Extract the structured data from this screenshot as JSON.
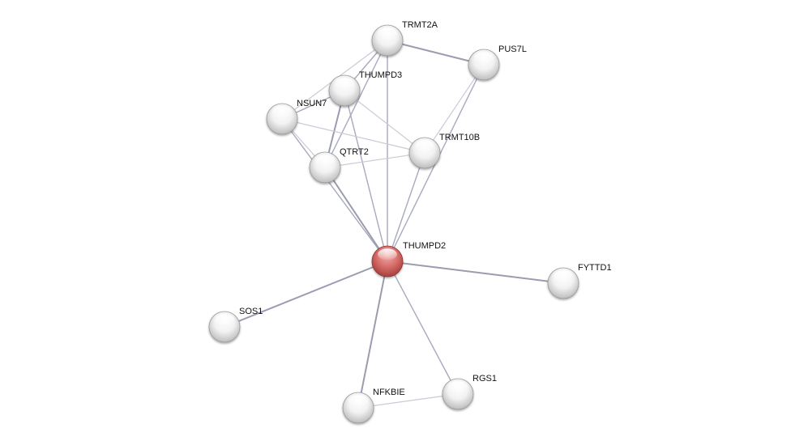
{
  "network": {
    "nodes": [
      {
        "id": "TRMT2A",
        "label": "TRMT2A",
        "color": "#ffffff"
      },
      {
        "id": "PUS7L",
        "label": "PUS7L",
        "color": "#ffffff"
      },
      {
        "id": "THUMPD3",
        "label": "THUMPD3",
        "color": "#ffffff"
      },
      {
        "id": "NSUN7",
        "label": "NSUN7",
        "color": "#ffffff"
      },
      {
        "id": "TRMT10B",
        "label": "TRMT10B",
        "color": "#ffffff"
      },
      {
        "id": "QTRT2",
        "label": "QTRT2",
        "color": "#ffffff"
      },
      {
        "id": "THUMPD2",
        "label": "THUMPD2",
        "color": "#d9534f"
      },
      {
        "id": "FYTTD1",
        "label": "FYTTD1",
        "color": "#ffffff"
      },
      {
        "id": "SOS1",
        "label": "SOS1",
        "color": "#ffffff"
      },
      {
        "id": "RGS1",
        "label": "RGS1",
        "color": "#ffffff"
      },
      {
        "id": "NFKBIE",
        "label": "NFKBIE",
        "color": "#ffffff"
      }
    ],
    "edges": [
      {
        "from": "TRMT2A",
        "to": "PUS7L",
        "weight": "strong"
      },
      {
        "from": "TRMT2A",
        "to": "THUMPD3",
        "weight": "normal"
      },
      {
        "from": "TRMT2A",
        "to": "NSUN7",
        "weight": "light"
      },
      {
        "from": "TRMT2A",
        "to": "QTRT2",
        "weight": "normal"
      },
      {
        "from": "TRMT2A",
        "to": "THUMPD2",
        "weight": "normal"
      },
      {
        "from": "PUS7L",
        "to": "TRMT10B",
        "weight": "light"
      },
      {
        "from": "PUS7L",
        "to": "THUMPD2",
        "weight": "normal"
      },
      {
        "from": "THUMPD3",
        "to": "NSUN7",
        "weight": "normal"
      },
      {
        "from": "THUMPD3",
        "to": "QTRT2",
        "weight": "strong"
      },
      {
        "from": "THUMPD3",
        "to": "TRMT10B",
        "weight": "light"
      },
      {
        "from": "THUMPD3",
        "to": "THUMPD2",
        "weight": "normal"
      },
      {
        "from": "NSUN7",
        "to": "QTRT2",
        "weight": "light"
      },
      {
        "from": "NSUN7",
        "to": "TRMT10B",
        "weight": "light"
      },
      {
        "from": "NSUN7",
        "to": "THUMPD2",
        "weight": "normal"
      },
      {
        "from": "QTRT2",
        "to": "TRMT10B",
        "weight": "light"
      },
      {
        "from": "QTRT2",
        "to": "THUMPD2",
        "weight": "strong"
      },
      {
        "from": "TRMT10B",
        "to": "THUMPD2",
        "weight": "normal"
      },
      {
        "from": "THUMPD2",
        "to": "FYTTD1",
        "weight": "strong"
      },
      {
        "from": "THUMPD2",
        "to": "SOS1",
        "weight": "strong"
      },
      {
        "from": "THUMPD2",
        "to": "RGS1",
        "weight": "normal"
      },
      {
        "from": "THUMPD2",
        "to": "NFKBIE",
        "weight": "strong"
      },
      {
        "from": "NFKBIE",
        "to": "RGS1",
        "weight": "light"
      }
    ]
  }
}
